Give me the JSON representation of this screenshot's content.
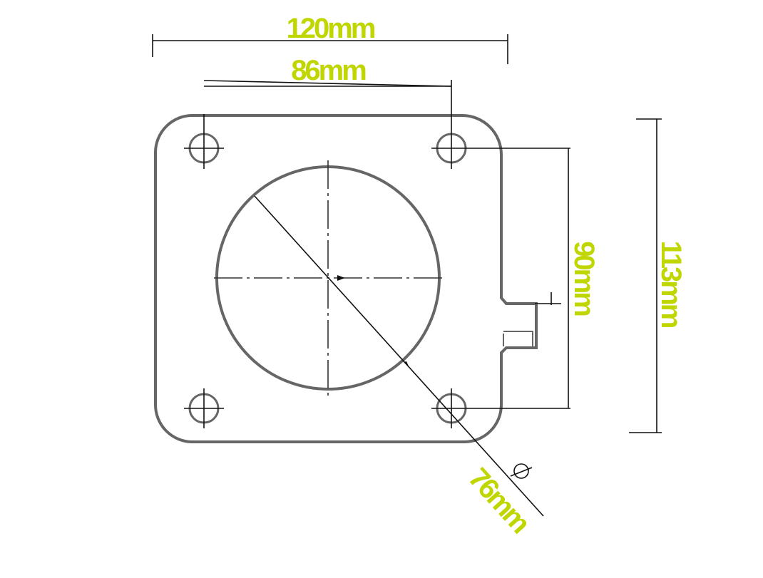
{
  "drawing": {
    "title": "Square flange plate technical drawing",
    "accent_color": "#bfd600",
    "line_color": "#666666",
    "dimensions": {
      "overall_width": "120mm",
      "hole_spacing_horizontal": "86mm",
      "hole_spacing_vertical": "90mm",
      "overall_height": "113mm",
      "bore_diameter": "76mm"
    },
    "diameter_symbol": "Φ"
  }
}
